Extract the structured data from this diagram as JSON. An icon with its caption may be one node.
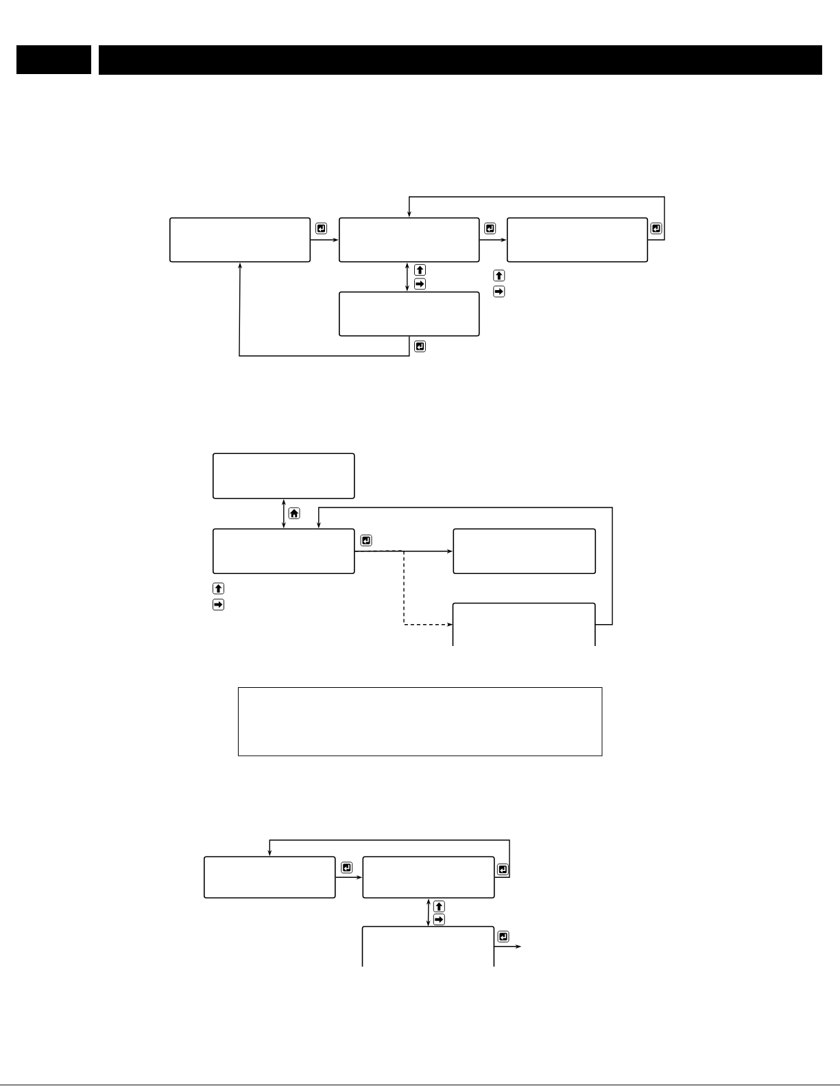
{
  "diagram": {
    "nodes": [
      {
        "text": [],
        "shape": "box"
      },
      {
        "text": [],
        "shape": "box"
      },
      {
        "text": [],
        "shape": "box"
      },
      {
        "text": [],
        "shape": "box"
      },
      {
        "text": [],
        "shape": "box"
      },
      {
        "text": [],
        "shape": "box"
      },
      {
        "text": [],
        "shape": "box"
      },
      {
        "text": [],
        "shape": "box"
      },
      {
        "text": [],
        "shape": "box"
      },
      {
        "text": [],
        "shape": "box"
      },
      {
        "text": [],
        "shape": "box"
      },
      {
        "text": [],
        "shape": "box"
      }
    ],
    "edges": [
      {
        "from": 0,
        "to": 1,
        "arrow": "to"
      },
      {
        "from": 1,
        "to": 2,
        "arrow": "to"
      },
      {
        "from": 2,
        "to": 1,
        "arrow": "to"
      },
      {
        "from": 1,
        "to": 3,
        "arrow": "both"
      },
      {
        "from": 3,
        "to": 0,
        "arrow": "to"
      },
      {
        "from": 4,
        "to": 5,
        "arrow": "both"
      },
      {
        "from": 5,
        "to": 6,
        "arrow": "to"
      },
      {
        "from": 5,
        "to": 7,
        "arrow": "to",
        "style": "dashed"
      },
      {
        "from": 7,
        "to": 5,
        "arrow": "to"
      },
      {
        "from": 9,
        "to": 10,
        "arrow": "to"
      },
      {
        "from": 10,
        "to": 9,
        "arrow": "to"
      },
      {
        "from": 10,
        "to": 11,
        "arrow": "both"
      },
      {
        "from": 11,
        "to": null,
        "arrow": "to"
      }
    ]
  }
}
